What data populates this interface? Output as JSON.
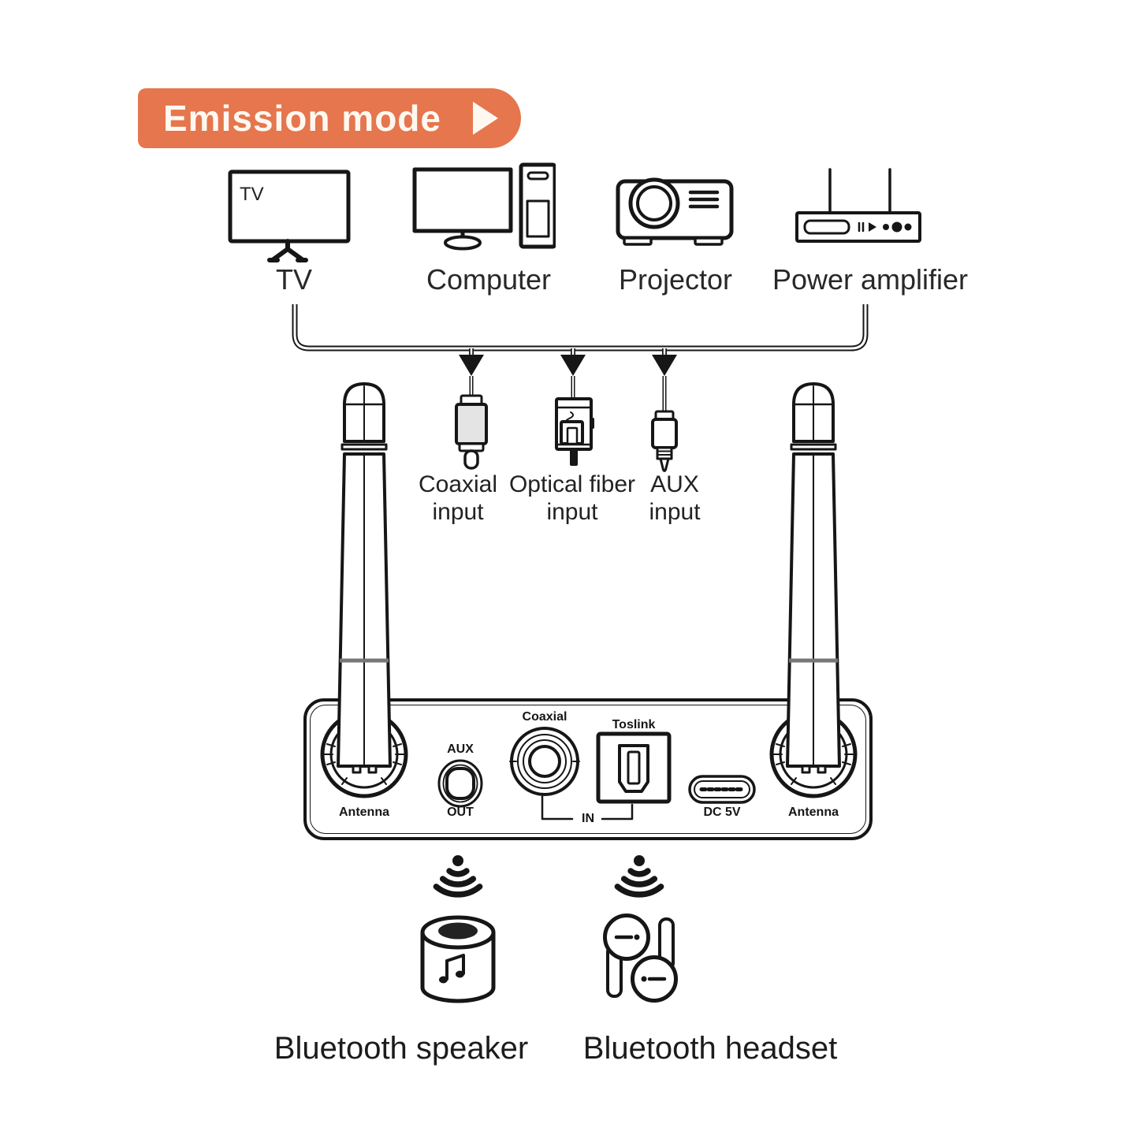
{
  "colors": {
    "accent": "#e5764d",
    "ink": "#161616",
    "gray_fill": "#e4e4e4",
    "joint_gray": "#777777"
  },
  "header": {
    "title": "Emission mode",
    "play_icon": "play-triangle-icon"
  },
  "sources": {
    "items": [
      {
        "label": "TV",
        "screen_label": "TV",
        "icon": "tv-icon"
      },
      {
        "label": "Computer",
        "icon": "computer-icon"
      },
      {
        "label": "Projector",
        "icon": "projector-icon"
      },
      {
        "label": "Power amplifier",
        "icon": "amplifier-icon"
      }
    ]
  },
  "cables": {
    "items": [
      {
        "label_line1": "Coaxial",
        "label_line2": "input",
        "icon": "coaxial-plug-icon"
      },
      {
        "label_line1": "Optical fiber",
        "label_line2": "input",
        "icon": "optical-plug-icon"
      },
      {
        "label_line1": "AUX",
        "label_line2": "input",
        "icon": "aux-plug-icon"
      }
    ]
  },
  "device": {
    "ports": {
      "antenna_left": "Antenna",
      "aux_label": "AUX",
      "aux_sub": "OUT",
      "coaxial": "Coaxial",
      "toslink": "Toslink",
      "in_label": "IN",
      "power": "DC 5V",
      "antenna_right": "Antenna"
    }
  },
  "receivers": {
    "items": [
      {
        "label": "Bluetooth speaker",
        "icon": "bluetooth-speaker-icon"
      },
      {
        "label": "Bluetooth headset",
        "icon": "bluetooth-headset-icon"
      }
    ]
  }
}
